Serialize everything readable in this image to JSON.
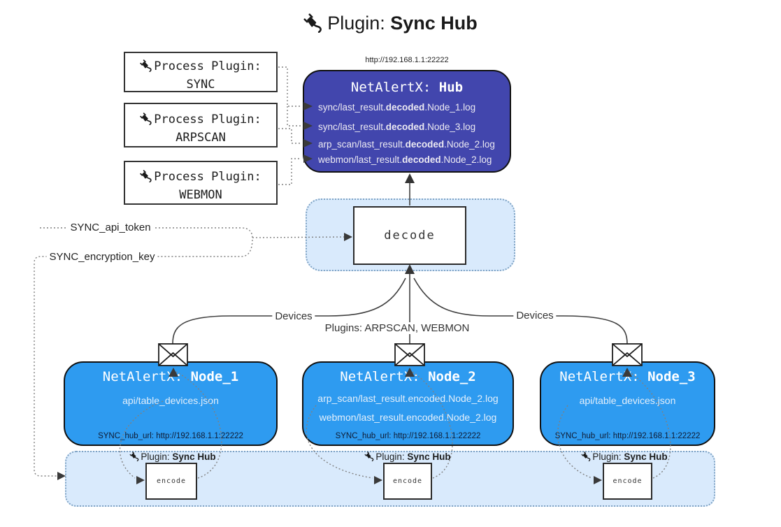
{
  "title": {
    "icon": "plug-icon",
    "prefix": "Plugin: ",
    "name": "Sync Hub"
  },
  "process_plugins": {
    "label": "Process Plugin:",
    "items": [
      {
        "name": "SYNC"
      },
      {
        "name": "ARPSCAN"
      },
      {
        "name": "WEBMON"
      }
    ]
  },
  "hub": {
    "url": "http://192.168.1.1:22222",
    "title_prefix": "NetAlertX: ",
    "title_name": "Hub",
    "lines": [
      {
        "pre": "sync/last_result.",
        "bold": "decoded",
        "post": ".Node_1.log"
      },
      {
        "pre": "sync/last_result.",
        "bold": "decoded",
        "post": ".Node_3.log"
      },
      {
        "pre": "arp_scan/last_result.",
        "bold": "decoded",
        "post": ".Node_2.log"
      },
      {
        "pre": "webmon/last_result.",
        "bold": "decoded",
        "post": ".Node_2.log"
      }
    ]
  },
  "decode": {
    "label": "decode"
  },
  "secrets": {
    "api_token": "SYNC_api_token",
    "encryption_key": "SYNC_encryption_key"
  },
  "edges": {
    "devices_left": "Devices",
    "plugins_mid": "Plugins: ARPSCAN, WEBMON",
    "devices_right": "Devices"
  },
  "nodes": [
    {
      "title_prefix": "NetAlertX: ",
      "title_name": "Node_1",
      "files": [
        "api/table_devices.json"
      ],
      "hub_url": "SYNC_hub_url: http://192.168.1.1:22222"
    },
    {
      "title_prefix": "NetAlertX: ",
      "title_name": "Node_2",
      "files": [
        "arp_scan/last_result.encoded.Node_2.log",
        "webmon/last_result.encoded.Node_2.log"
      ],
      "hub_url": "SYNC_hub_url: http://192.168.1.1:22222"
    },
    {
      "title_prefix": "NetAlertX: ",
      "title_name": "Node_3",
      "files": [
        "api/table_devices.json"
      ],
      "hub_url": "SYNC_hub_url: http://192.168.1.1:22222"
    }
  ],
  "band": {
    "plugin_prefix": "Plugin: ",
    "plugin_name": "Sync Hub",
    "encode_label": "encode"
  },
  "colors": {
    "hub_bg": "#4246ad",
    "node_bg": "#2e9bf0",
    "panel_bg": "#d9eafc",
    "border_dark": "#1a1a1a",
    "dotted_connector": "#808080"
  }
}
